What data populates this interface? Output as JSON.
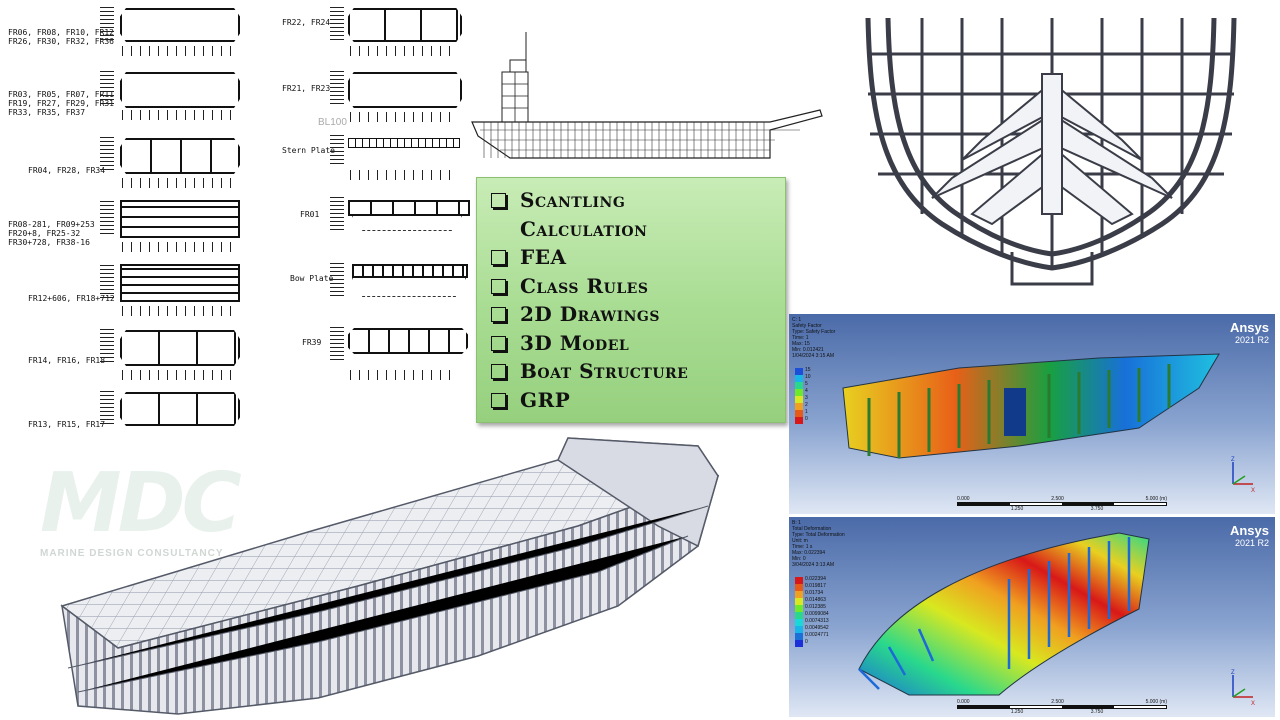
{
  "services": [
    "Scantling Calculation",
    "FEA",
    "Class Rules",
    "2D Drawings",
    "3D Model",
    "Boat Structure",
    "GRP"
  ],
  "sections_left": [
    {
      "label": [
        "FR06, FR08, FR10, FR12",
        "FR26, FR30, FR32, FR36"
      ]
    },
    {
      "label": [
        "FR03, FR05, FR07, FR11",
        "FR19, FR27, FR29, FR31",
        "FR33, FR35, FR37"
      ]
    },
    {
      "label": [
        "FR04, FR28, FR34"
      ]
    },
    {
      "label": [
        "FR08-281, FR09+253",
        "FR20+8, FR25-32",
        "FR30+728, FR38-16"
      ]
    },
    {
      "label": [
        "FR12+606, FR18+712"
      ]
    },
    {
      "label": [
        "FR14, FR16, FR18"
      ]
    },
    {
      "label": [
        "FR13, FR15, FR17"
      ]
    }
  ],
  "sections_right": [
    {
      "label": [
        "FR22, FR24"
      ]
    },
    {
      "label": [
        "FR21, FR23"
      ]
    },
    {
      "label": [
        "Stern Plate"
      ]
    },
    {
      "label": [
        "FR01"
      ]
    },
    {
      "label": [
        "Bow Plate"
      ]
    },
    {
      "label": [
        "FR39"
      ]
    }
  ],
  "profile_label": "BL100",
  "ansys_top": {
    "brand": "Ansys",
    "version": "2021 R2",
    "info": [
      "C: 1",
      "Safety Factor",
      "Type: Safety Factor",
      "Time: 1",
      "Max: 15",
      "Min: 0.012421",
      "1/04/2024 3:15 AM"
    ],
    "legend": [
      "15",
      "10",
      "5",
      "4",
      "3",
      "2",
      "1",
      "0"
    ],
    "scale_top": [
      "0.000",
      "2.500",
      "5.000 (m)"
    ],
    "scale_bottom": [
      "1.250",
      "3.750"
    ]
  },
  "ansys_bottom": {
    "brand": "Ansys",
    "version": "2021 R2",
    "info": [
      "B: 1",
      "Total Deformation",
      "Type: Total Deformation",
      "Unit: m",
      "Time: 1 s",
      "Max: 0.022394",
      "Min: 0",
      "3/04/2024 3:13 AM"
    ],
    "legend": [
      "0.022394",
      "0.019817",
      "0.01734",
      "0.014863",
      "0.012385",
      "0.0099084",
      "0.0074313",
      "0.0049542",
      "0.0024771",
      "0"
    ],
    "scale_top": [
      "0.000",
      "2.500",
      "5.000 (m)"
    ],
    "scale_bottom": [
      "1.250",
      "3.750"
    ]
  },
  "logo": {
    "letters": "MDC",
    "tagline": "MARINE DESIGN CONSULTANCY"
  },
  "colors": {
    "card_green": "#a8dc92",
    "ansys_blue": "#4a6aa8",
    "hull_steel": "#c9ccd6"
  }
}
